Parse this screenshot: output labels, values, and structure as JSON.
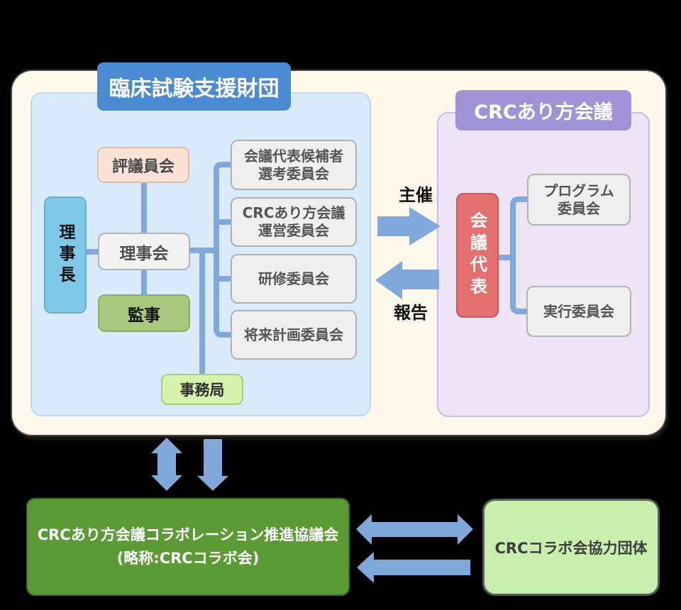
{
  "colors": {
    "background": "#000000",
    "outer_panel": "#fcf8ec",
    "foundation_header": "#4a8bd3",
    "foundation_panel": "#d9eafa",
    "council_header": "#a092d6",
    "council_panel": "#ede4f6",
    "connector": "#7fa9dc",
    "arrow": "#81a8da",
    "councilors_box": "#fae3d6",
    "chairman_box": "#7fc8e7",
    "board_box": "#f2f2f2",
    "auditor_box": "#a9c87e",
    "secretariat_box": "#d6f2ad",
    "representative_box": "#e37070",
    "collaboration_box": "#5b9a35",
    "partner_box": "#c8efae"
  },
  "foundation": {
    "title": "臨床試験支援財団",
    "councilors": "評議員会",
    "chairman": "理事長",
    "board": "理事会",
    "auditor": "監事",
    "secretariat": "事務局",
    "committees": [
      "会議代表候補者\n選考委員会",
      "CRCあり方会議\n運営委員会",
      "研修委員会",
      "将来計画委員会"
    ]
  },
  "council": {
    "title": "CRCあり方会議",
    "representative": "会議代表",
    "committees": [
      "プログラム\n委員会",
      "実行委員会"
    ]
  },
  "relations": {
    "host_label": "主催",
    "report_label": "報告"
  },
  "collaboration": {
    "line1": "CRCあり方会議コラボレーション推進協議会",
    "line2": "(略称:CRCコラボ会)"
  },
  "partner": {
    "label": "CRCコラボ会協力団体"
  }
}
